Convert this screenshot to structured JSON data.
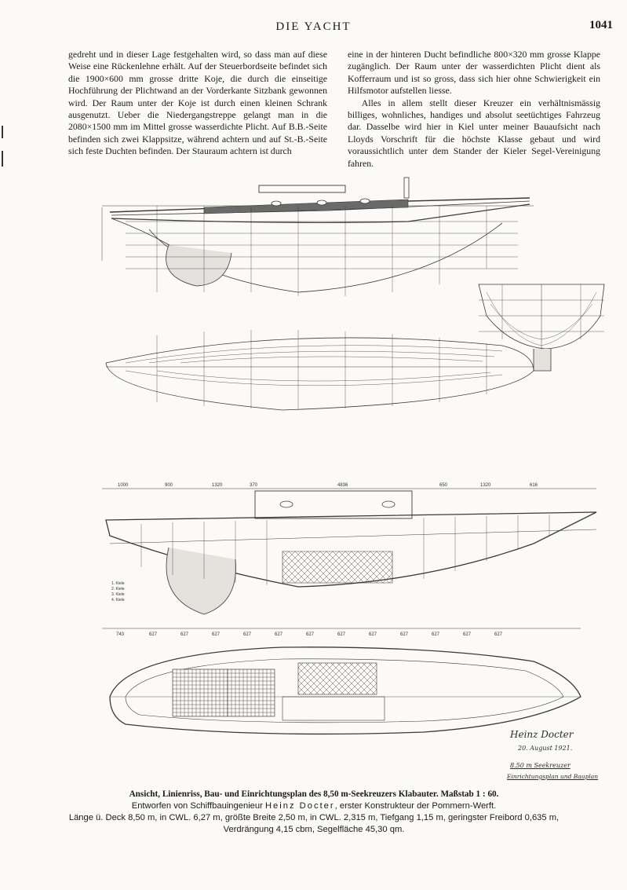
{
  "header": {
    "running_title": "DIE YACHT",
    "page_number": "1041"
  },
  "body": {
    "left_column": "gedreht und in dieser Lage festgehalten wird, so dass man auf diese Weise eine Rückenlehne erhält. Auf der Steuerbordseite befindet sich die 1900×600 mm grosse dritte Koje, die durch die einseitige Hochführung der Plichtwand an der Vorderkante Sitzbank gewonnen wird. Der Raum unter der Koje ist durch einen kleinen Schrank ausgenutzt. Ueber die Niedergangstreppe gelangt man in die 2080×1500 mm im Mittel grosse wasserdichte Plicht. Auf B.B.-Seite befinden sich zwei Klappsitze, während achtern und auf St.-B.-Seite sich feste Duchten befinden. Der Stauraum achtern ist durch",
    "right_column_p1": "eine in der hinteren Ducht befindliche 800×320 mm grosse Klappe zugänglich. Der Raum unter der wasserdichten Plicht dient als Kofferraum und ist so gross, dass sich hier ohne Schwierigkeit ein Hilfsmotor aufstellen liesse.",
    "right_column_p2": "Alles in allem stellt dieser Kreuzer ein verhältnismässig billiges, wohnliches, handiges und absolut seetüchtiges Fahrzeug dar. Dasselbe wird hier in Kiel unter meiner Bauaufsicht nach Lloyds Vorschrift für die höchste Klasse gebaut und wird voraussichtlich unter dem Stander der Kieler Segel-Vereinigung fahren."
  },
  "drawing": {
    "top_dimensions": [
      "1000",
      "900",
      "1320",
      "370",
      "4836",
      "650",
      "1320",
      "616"
    ],
    "lower_dimensions": [
      "743",
      "627",
      "627",
      "627",
      "627",
      "627",
      "627",
      "627",
      "627",
      "627",
      "627",
      "627",
      "627"
    ],
    "legend_items": [
      "1. Kiele",
      "2. Kiele",
      "3. Kiele",
      "4. Kiele"
    ],
    "signature_name": "Heinz Docter",
    "signature_date": "20. August 1921.",
    "signature_note1": "8.50 m Seekreuzer",
    "signature_note2": "Einrichtungsplan und Bauplan"
  },
  "caption": {
    "title": "Ansicht, Linienriss, Bau- und Einrichtungsplan des 8,50 m-Seekreuzers Klabauter.",
    "scale": "Maßstab 1 : 60.",
    "line2_a": "Entworfen von Schiffbauingenieur",
    "line2_name": "Heinz Docter",
    "line2_b": ", erster Konstrukteur der Pommern-Werft.",
    "line3": "Länge ü. Deck 8,50 m, in CWL. 6,27 m, größte Breite 2,50 m, in CWL. 2,315 m, Tiefgang 1,15 m, geringster Freibord 0,635 m,",
    "line4": "Verdrängung 4,15 cbm, Segelfläche 45,30 qm."
  },
  "colors": {
    "paper": "#fbfaf6",
    "ink": "#1a1a1a",
    "line": "#333333"
  }
}
